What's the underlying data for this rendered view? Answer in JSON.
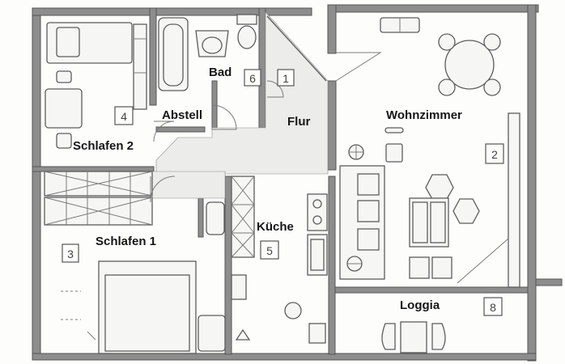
{
  "rooms": [
    {
      "key": "bad",
      "label": "Bad",
      "number": "6"
    },
    {
      "key": "flur",
      "label": "Flur",
      "number": "1"
    },
    {
      "key": "wohnzimmer",
      "label": "Wohnzimmer",
      "number": "2"
    },
    {
      "key": "schlafen2",
      "label": "Schlafen 2",
      "number": "4"
    },
    {
      "key": "abstell",
      "label": "Abstell",
      "number": ""
    },
    {
      "key": "schlafen1",
      "label": "Schlafen 1",
      "number": "3"
    },
    {
      "key": "kueche",
      "label": "Küche",
      "number": "5"
    },
    {
      "key": "loggia",
      "label": "Loggia",
      "number": "8"
    }
  ]
}
